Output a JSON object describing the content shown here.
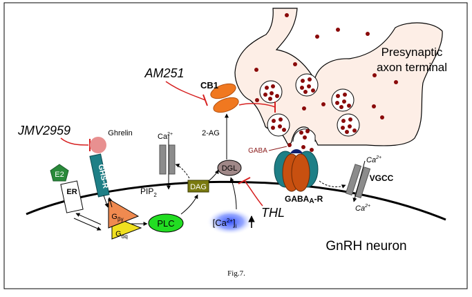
{
  "labels": {
    "presynaptic_line1": "Presynaptic",
    "presynaptic_line2": "axon terminal",
    "am251": "AM251",
    "cb1": "CB1",
    "jmv2959": "JMV2959",
    "ghrelin": "Ghrelin",
    "ca_channel": "Ca",
    "ca_channel_sup": "2+",
    "two_ag": "2-AG",
    "dgl": "DGL",
    "dag": "DAG",
    "pip2": "PIP",
    "pip2_sub": "2",
    "gaba": "GABA",
    "ghs_r": "GHS-R",
    "e2": "E2",
    "er": "ER",
    "g_beta_gamma": "G",
    "g_beta_gamma_sub": "βγ",
    "g_alpha_q": "G",
    "g_alpha_q_sub": "αq",
    "plc": "PLC",
    "ca_internal": "[Ca",
    "ca_internal_sup": "2+",
    "ca_internal_close": "]",
    "ca_internal_sub": "i",
    "thl": "THL",
    "gaba_a_r_prefix": "GABA",
    "gaba_a_r_sub": "A",
    "gaba_a_r_suffix": "-R",
    "vgcc": "VGCC",
    "vgcc_ca_top": "Ca",
    "vgcc_ca_top_sup": "2+",
    "vgcc_ca_bottom": "Ca",
    "vgcc_ca_bottom_sup": "2+",
    "gnrh_neuron": "GnRH neuron",
    "caption": "Fig.7."
  },
  "colors": {
    "inhibition": "#d62020",
    "cb1_fill": "#f07820",
    "vesicle_dot": "#8a0a0a",
    "ghrelin_fill": "#e89090",
    "ghs_r_fill": "#1e7f86",
    "e2_fill": "#2a8a3a",
    "g_beta_gamma_fill": "#f08a50",
    "g_alpha_q_fill": "#f0e020",
    "plc_fill": "#22dd22",
    "dag_fill": "#7a7a10",
    "dgl_fill": "#a08888",
    "channel_fill": "#8c8c8c",
    "gaba_a_orange": "#c85010",
    "gaba_a_teal": "#1e7f86",
    "gaba_a_navy": "#102070",
    "ca_cloud": "#2040ff"
  }
}
